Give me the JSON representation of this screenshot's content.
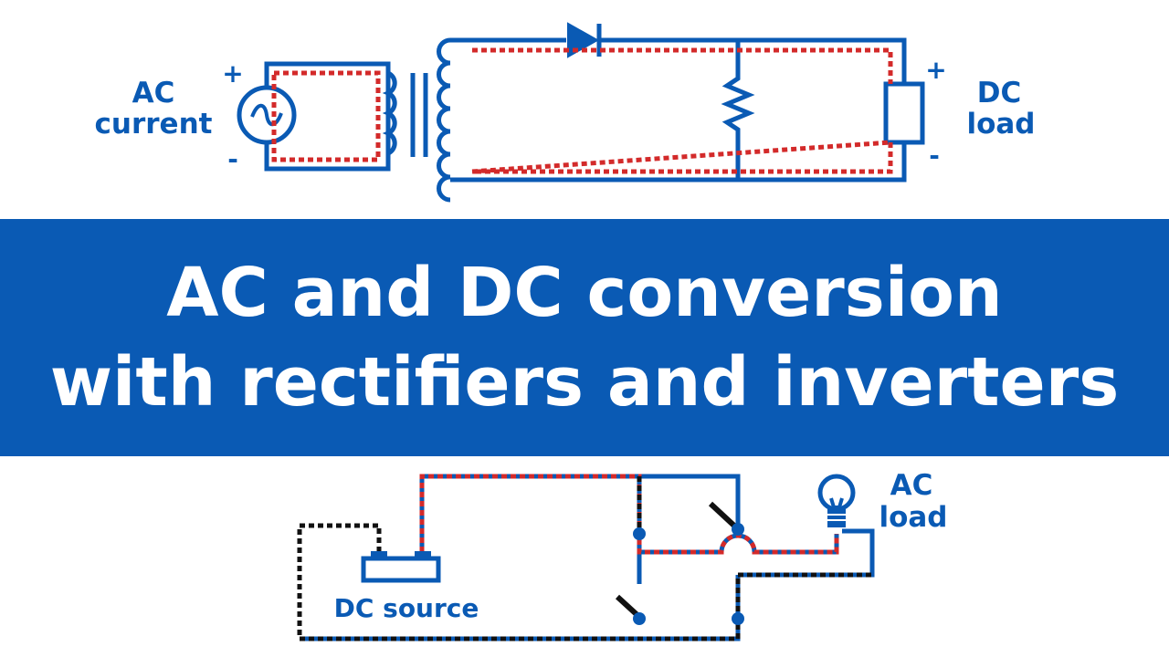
{
  "title": {
    "line1": "AC and DC conversion",
    "line2": "with rectifiers and inverters"
  },
  "rectifier_diagram": {
    "ac_label_line1": "AC",
    "ac_label_line2": "current",
    "ac_plus": "+",
    "ac_minus": "-",
    "dc_label_line1": "DC",
    "dc_label_line2": "load",
    "dc_plus": "+",
    "dc_minus": "-"
  },
  "inverter_diagram": {
    "source_label": "DC source",
    "load_label_line1": "AC",
    "load_label_line2": "load"
  },
  "colors": {
    "wire": "#0a5ab4",
    "current_path_red": "#d32a2a",
    "current_path_black": "#111111",
    "banner": "#0a5ab4"
  }
}
